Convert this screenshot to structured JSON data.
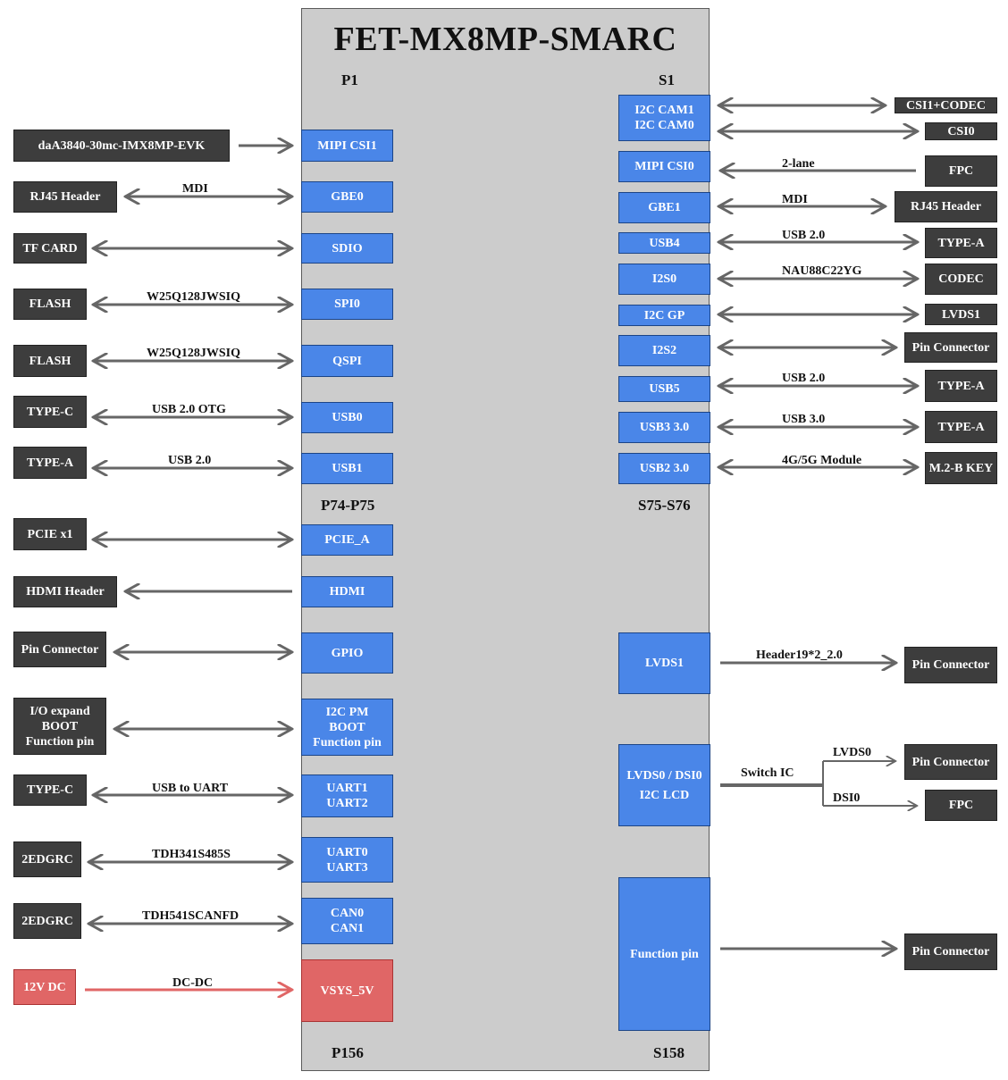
{
  "title": "FET-MX8MP-SMARC",
  "headers": {
    "p1": "P1",
    "s1": "S1",
    "p74": "P74-P75",
    "s75": "S75-S76",
    "p156": "P156",
    "s158": "S158"
  },
  "module_pins": {
    "mipi_csi1": "MIPI CSI1",
    "gbe0": "GBE0",
    "sdio": "SDIO",
    "spi0": "SPI0",
    "qspi": "QSPI",
    "usb0": "USB0",
    "usb1": "USB1",
    "pcie_a": "PCIE_A",
    "hdmi": "HDMI",
    "gpio": "GPIO",
    "i2c_pm": "I2C PM\nBOOT\nFunction pin",
    "uart12": "UART1\nUART2",
    "uart03": "UART0\nUART3",
    "can": "CAN0\nCAN1",
    "vsys": "VSYS_5V",
    "i2c_cam": "I2C CAM1\nI2C CAM0",
    "mipi_csi0": "MIPI CSI0",
    "gbe1": "GBE1",
    "usb4": "USB4",
    "i2s0": "I2S0",
    "i2c_gp": "I2C GP",
    "i2s2": "I2S2",
    "usb5": "USB5",
    "usb3": "USB3 3.0",
    "usb2": "USB2 3.0",
    "lvds1": "LVDS1",
    "lvds0": "LVDS0 / DSI0\n\nI2C LCD",
    "function_pin": "Function pin"
  },
  "left_devices": {
    "daa": "daA3840-30mc-IMX8MP-EVK",
    "rj45": "RJ45 Header",
    "tf": "TF CARD",
    "flash1": "FLASH",
    "flash2": "FLASH",
    "typec1": "TYPE-C",
    "typea": "TYPE-A",
    "pcie": "PCIE x1",
    "hdmi": "HDMI Header",
    "pin": "Pin Connector",
    "io": "I/O expand\nBOOT\nFunction pin",
    "typec2": "TYPE-C",
    "edg1": "2EDGRC",
    "edg2": "2EDGRC",
    "dc": "12V DC"
  },
  "right_devices": {
    "csi1codec": "CSI1+CODEC",
    "csi0": "CSI0",
    "fpc1": "FPC",
    "rj45": "RJ45 Header",
    "typea1": "TYPE-A",
    "codec": "CODEC",
    "lvds1": "LVDS1",
    "pin1": "Pin Connector",
    "typea2": "TYPE-A",
    "typea3": "TYPE-A",
    "m2": "M.2-B KEY",
    "pin2": "Pin Connector",
    "pin3": "Pin Connector",
    "fpc2": "FPC",
    "pin4": "Pin Connector"
  },
  "link_labels": {
    "mdi_l": "MDI",
    "w25_1": "W25Q128JWSIQ",
    "w25_2": "W25Q128JWSIQ",
    "otg": "USB 2.0 OTG",
    "usb20_l": "USB 2.0",
    "uart": "USB to UART",
    "tdh341": "TDH341S485S",
    "tdh541": "TDH541SCANFD",
    "dcdc": "DC-DC",
    "lane2": "2-lane",
    "mdi_r": "MDI",
    "usb20_r1": "USB 2.0",
    "nau": "NAU88C22YG",
    "usb20_r2": "USB 2.0",
    "usb30": "USB 3.0",
    "g45": "4G/5G Module",
    "header19": "Header19*2_2.0",
    "switch": "Switch IC",
    "lvds0": "LVDS0",
    "dsi0": "DSI0"
  },
  "colors": {
    "module": "#4a86e8",
    "device": "#3d3d3d",
    "power": "#e06666",
    "board": "#cccccc",
    "arrow": "#666666",
    "power_arrow": "#e06666"
  }
}
